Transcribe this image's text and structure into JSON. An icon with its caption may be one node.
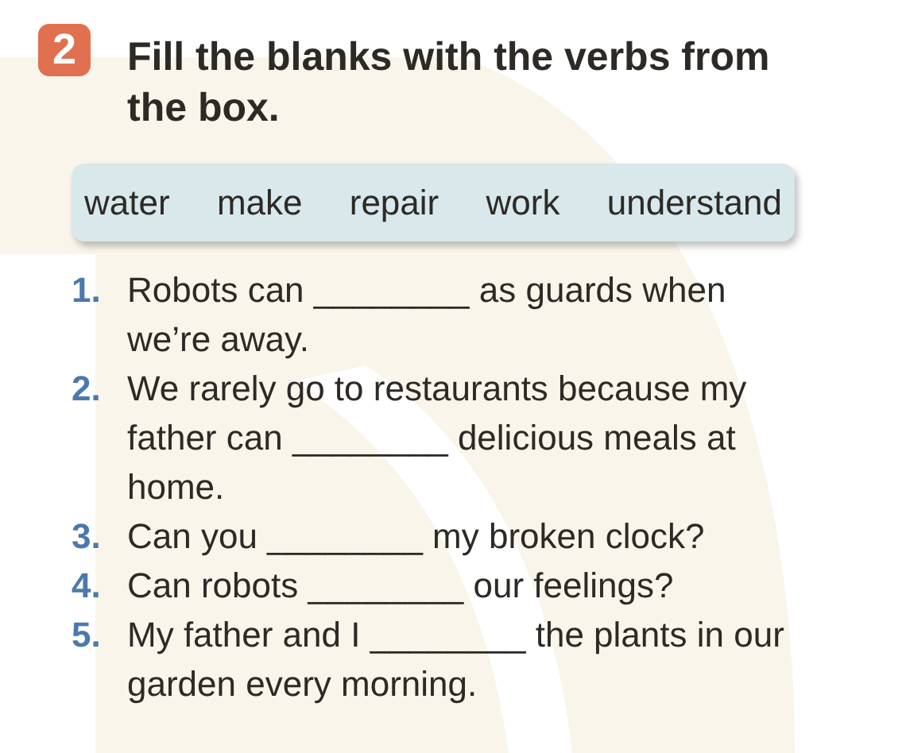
{
  "diagram": {
    "title": "Fill the blanks with the verbs from the box.",
    "nodes": [
      {
        "text": [
          "2"
        ]
      },
      {
        "text": [
          "water",
          "make",
          "repair",
          "work",
          "understand"
        ]
      }
    ],
    "labels": [
      "1.",
      "Robots can ________ as guards when we’re away.",
      "2.",
      "We rarely go to restaurants because my father can ________ delicious meals at home.",
      "3.",
      "Can you ________ my broken clock?",
      "4.",
      "Can robots ________ our feelings?",
      "5.",
      "My father and I ________ the plants in our garden every morning."
    ]
  }
}
